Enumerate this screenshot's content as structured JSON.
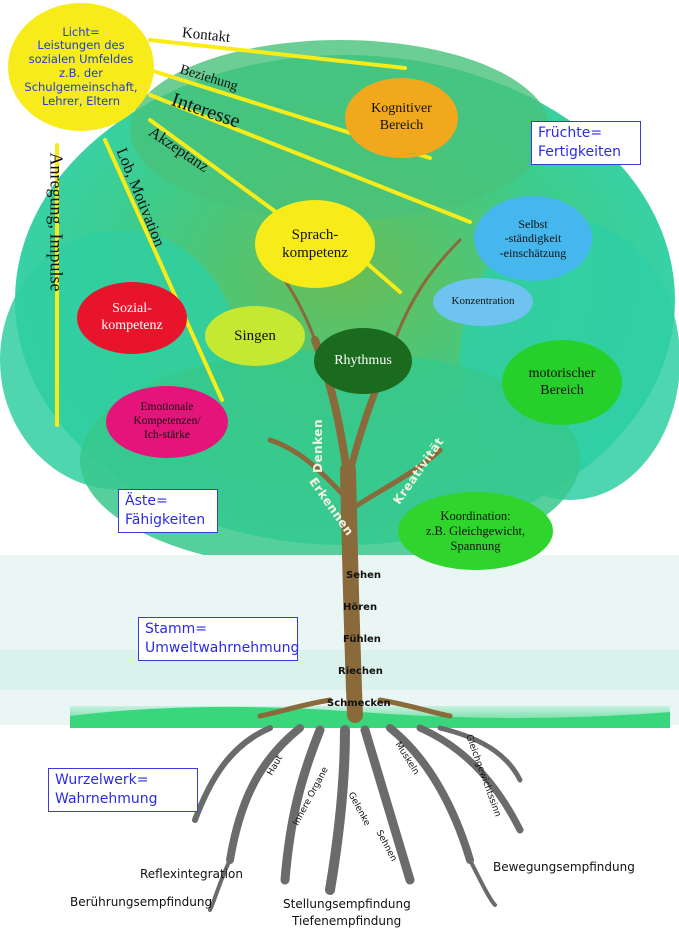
{
  "sun": {
    "text": "Licht=\nLeistungen des\nsozialen Umfeldes\nz.B. der\nSchulgemeinschaft,\nLehrer, Eltern",
    "color": "#f7ec1a",
    "text_color": "#1e3fd0"
  },
  "rays": {
    "kontakt": "Kontakt",
    "beziehung": "Beziehung",
    "interesse": "Interesse",
    "akzeptanz": "Akzeptanz",
    "lob": "Lob, Motivation",
    "anregung": "Anregung, Impulse",
    "color": "#f7ec1a"
  },
  "fruits": {
    "kognitiv": {
      "text": "Kognitiver\nBereich",
      "color": "#f2a81d"
    },
    "selbst": {
      "text": "Selbst\n-ständigkeit\n-einschätzung",
      "color": "#45b6ee"
    },
    "sprach": {
      "text": "Sprach-\nkompetenz",
      "color": "#f7ec1a"
    },
    "konzentration": {
      "text": "Konzentration",
      "color": "#6ec3f0"
    },
    "sozial": {
      "text": "Sozial-\nkompetenz",
      "color": "#e8142b"
    },
    "singen": {
      "text": "Singen",
      "color": "#c5e832"
    },
    "rhythmus": {
      "text": "Rhythmus",
      "color": "#1a6b1e"
    },
    "motorisch": {
      "text": "motorischer\nBereich",
      "color": "#27cf2a"
    },
    "emotional": {
      "text": "Emotionale\nKompetenzen/\nIch-stärke",
      "color": "#e4147a"
    },
    "koordination": {
      "text": "Koordination:\nz.B. Gleichgewicht,\nSpannung",
      "color": "#2fd42c"
    }
  },
  "boxes": {
    "fruechte": "Früchte=\nFertigkeiten",
    "aeste": "Äste=\nFähigkeiten",
    "stamm": "Stamm=\nUmweltwahrnehmung",
    "wurzel": "Wurzelwerk=\nWahrnehmung"
  },
  "branches": {
    "erkennen": "Erkennen",
    "denken": "Denken",
    "kreativitaet": "Kreativität"
  },
  "senses": [
    "Sehen",
    "Hören",
    "Fühlen",
    "Riechen",
    "Schmecken"
  ],
  "roots": {
    "haut": "Haut",
    "innere_organe": "Innere Organe",
    "gelenke": "Gelenke",
    "sehnen": "Sehnen",
    "muskeln": "Muskeln",
    "gleichgewichtssinn": "Gleichgewichtssinn"
  },
  "bottom": {
    "reflexintegration": "Reflexintegration",
    "beruehrung": "Berührungsempfindung",
    "stellung": "Stellungsempfindung",
    "tiefen": "Tiefenempfindung",
    "bewegung": "Bewegungsempfindung"
  }
}
